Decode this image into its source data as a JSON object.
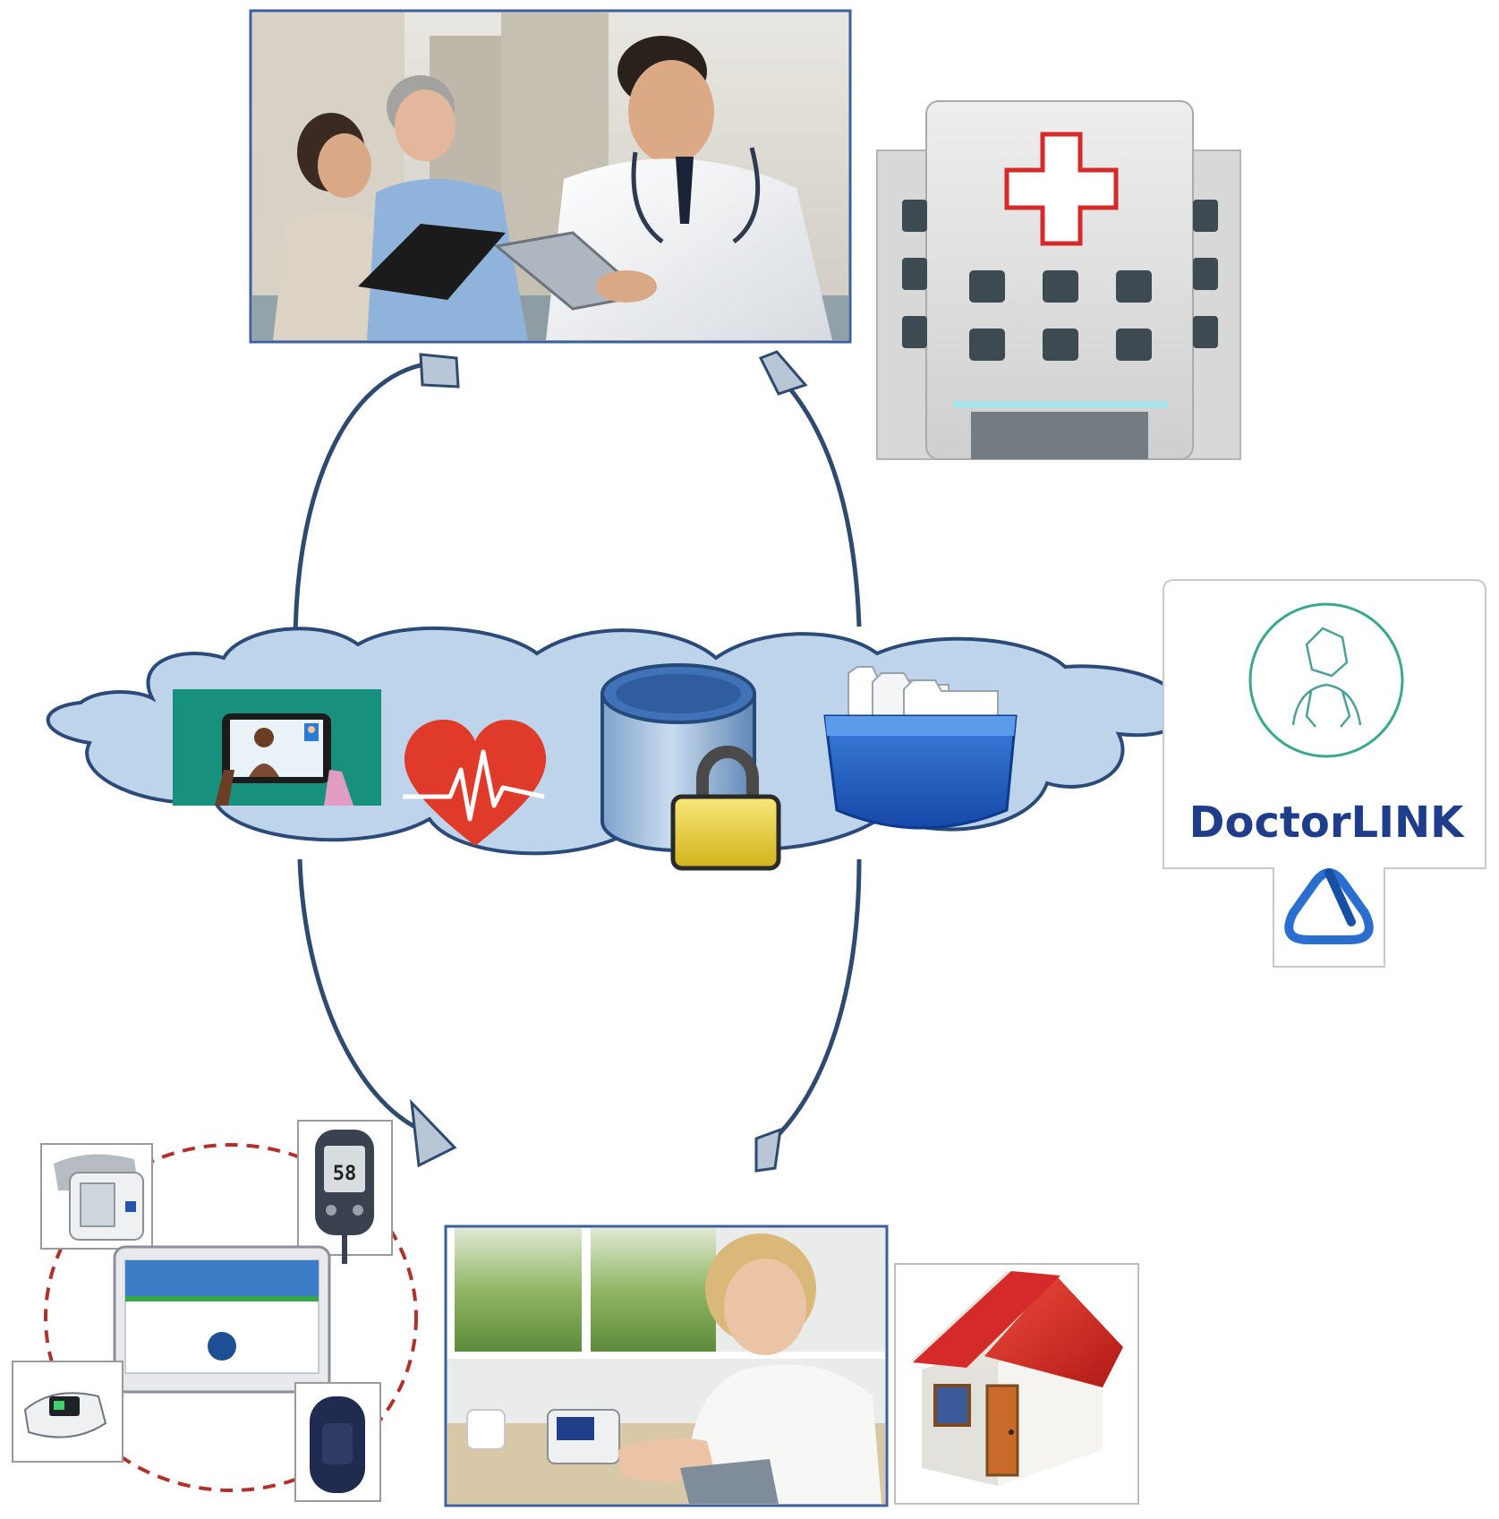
{
  "brand": {
    "name": "DoctorLINK",
    "text_color": "#1f3d8a",
    "ring_color": "#3aa88f",
    "knot_color": "#2a6fd0"
  },
  "colors": {
    "cloud_fill": "#bdd4ea",
    "cloud_stroke": "#2c4a78",
    "arrow_stroke": "#2f4a6f",
    "arrow_fill": "#b8c6d6",
    "device_ring": "#b0312b",
    "hospital_cross": "#d62a2a",
    "house_roof": "#d42a2a"
  },
  "icons": [
    "doctor-team-photo",
    "hospital-building-icon",
    "video-consultation-icon",
    "heartbeat-icon",
    "secure-database-icon",
    "records-folder-icon",
    "doctorlink-logo",
    "blood-pressure-monitor-icon",
    "glucose-meter-icon",
    "tablet-icon",
    "pulse-oximeter-icon",
    "fitness-band-icon",
    "patient-home-photo",
    "house-icon"
  ],
  "devices": {
    "glucose_reading": "58"
  }
}
